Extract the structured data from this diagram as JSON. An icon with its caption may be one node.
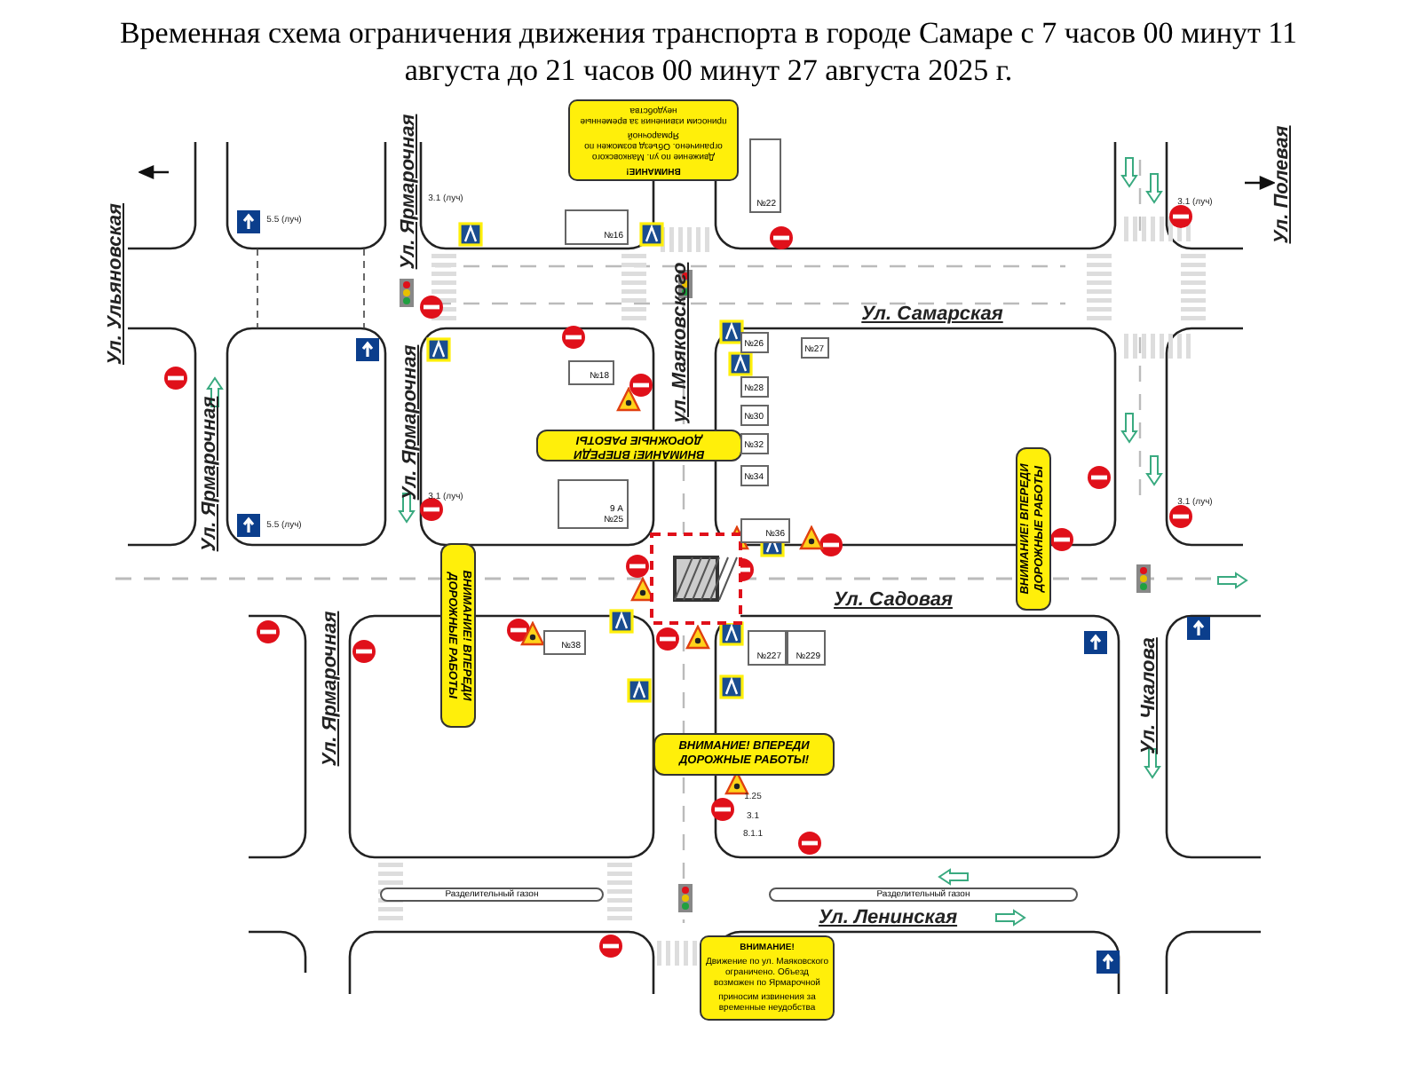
{
  "diagram": {
    "title": "Временная схема ограничения движения транспорта в городе Самаре с 7 часов 00 минут 11 августа до 21 часов 00 минут 27 августа 2025 г.",
    "nodes": [
      {
        "text": [
          "ВНИМАНИЕ!",
          "Движение по ул. Маяковского ограничено. Объезд возможен по Ярмарочной",
          "приносим извинения за временные неудобства"
        ]
      },
      {
        "text": [
          "ВНИМАНИЕ! ВПЕРЕДИ ДОРОЖНЫЕ РАБОТЫ"
        ]
      },
      {
        "text": [
          "ВНИМАНИЕ! ВПЕРЕДИ ДОРОЖНЫЕ РАБОТЫ"
        ]
      },
      {
        "text": [
          "ВНИМАНИЕ! ВПЕРЕДИ ДОРОЖНЫЕ РАБОТЫ"
        ]
      },
      {
        "text": [
          "ВНИМАНИЕ! ВПЕРЕДИ ДОРОЖНЫЕ РАБОТЫ!"
        ]
      },
      {
        "text": [
          "ВНИМАНИЕ!",
          "Движение по ул. Маяковского ограничено. Объезд возможен по Ярмарочной",
          "приносим извинения за временные неудобства"
        ]
      },
      {
        "text": [
          "№16"
        ]
      },
      {
        "text": [
          "№22"
        ]
      },
      {
        "text": [
          "№18"
        ]
      },
      {
        "text": [
          "№26"
        ]
      },
      {
        "text": [
          "№27"
        ]
      },
      {
        "text": [
          "№28"
        ]
      },
      {
        "text": [
          "№30"
        ]
      },
      {
        "text": [
          "№32"
        ]
      },
      {
        "text": [
          "№34"
        ]
      },
      {
        "text": [
          "9 А",
          "№25"
        ]
      },
      {
        "text": [
          "№36"
        ]
      },
      {
        "text": [
          "№38"
        ]
      },
      {
        "text": [
          "№227"
        ]
      },
      {
        "text": [
          "№229"
        ]
      },
      {
        "text": [
          "Разделительный газон"
        ]
      },
      {
        "text": [
          "Разделительный газон"
        ]
      }
    ],
    "edges": [],
    "labels": [
      "Ул. Ярмарочная",
      "3.1 (луч)",
      "5.5 (луч)",
      "Ул. Ульяновская",
      "Ул. Самарская",
      "3.1 (луч)",
      "Ул. Полевая",
      "ул. Маяковского",
      "Ул. Ярмарочная",
      "Ул. Ярмарочная",
      "5.5 (луч)",
      "3.1 (луч)",
      "3.1 (луч)",
      "Ул. Садовая",
      "Ул. Ярмарочная",
      "Ул. Чкалова",
      "1.25",
      "3.1",
      "8.1.1",
      "Ул. Ленинская"
    ]
  }
}
